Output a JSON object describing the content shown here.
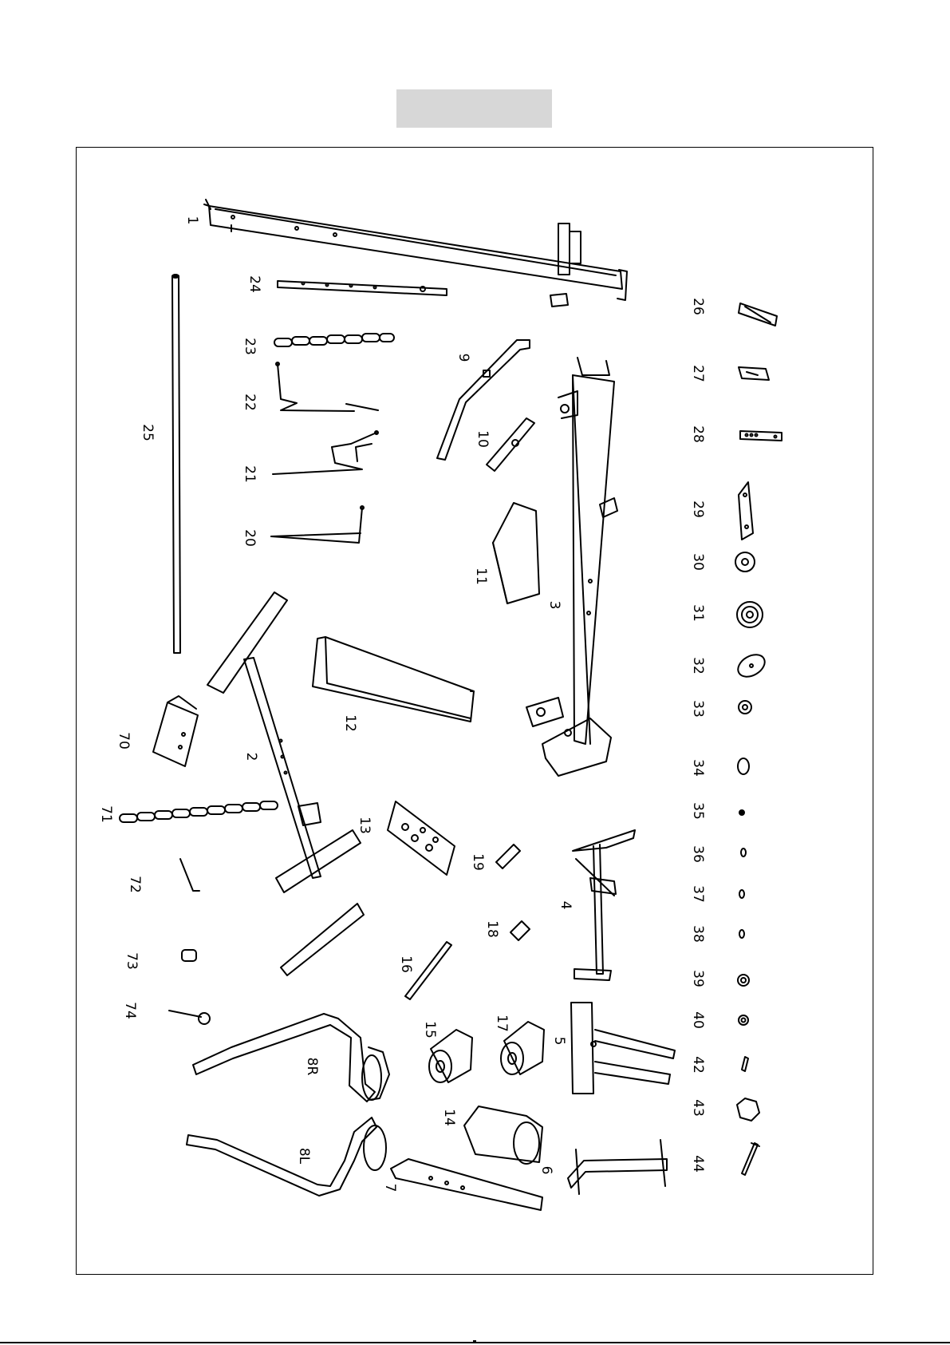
{
  "page": {
    "title": ""
  },
  "parts": [
    {
      "id": "1",
      "label": "1"
    },
    {
      "id": "2",
      "label": "2"
    },
    {
      "id": "3",
      "label": "3"
    },
    {
      "id": "4",
      "label": "4"
    },
    {
      "id": "5",
      "label": "5"
    },
    {
      "id": "6",
      "label": "6"
    },
    {
      "id": "7",
      "label": "7"
    },
    {
      "id": "8r",
      "label": "8R"
    },
    {
      "id": "8l",
      "label": "8L"
    },
    {
      "id": "9",
      "label": "9"
    },
    {
      "id": "10",
      "label": "10"
    },
    {
      "id": "11",
      "label": "11"
    },
    {
      "id": "12",
      "label": "12"
    },
    {
      "id": "13",
      "label": "13"
    },
    {
      "id": "14",
      "label": "14"
    },
    {
      "id": "15",
      "label": "15"
    },
    {
      "id": "16",
      "label": "16"
    },
    {
      "id": "17",
      "label": "17"
    },
    {
      "id": "18",
      "label": "18"
    },
    {
      "id": "19",
      "label": "19"
    },
    {
      "id": "20",
      "label": "20"
    },
    {
      "id": "21",
      "label": "21"
    },
    {
      "id": "22",
      "label": "22"
    },
    {
      "id": "23",
      "label": "23"
    },
    {
      "id": "24",
      "label": "24"
    },
    {
      "id": "25",
      "label": "25"
    },
    {
      "id": "26",
      "label": "26"
    },
    {
      "id": "27",
      "label": "27"
    },
    {
      "id": "28",
      "label": "28"
    },
    {
      "id": "29",
      "label": "29"
    },
    {
      "id": "30",
      "label": "30"
    },
    {
      "id": "31",
      "label": "31"
    },
    {
      "id": "32",
      "label": "32"
    },
    {
      "id": "33",
      "label": "33"
    },
    {
      "id": "34",
      "label": "34"
    },
    {
      "id": "35",
      "label": "35"
    },
    {
      "id": "36",
      "label": "36"
    },
    {
      "id": "37",
      "label": "37"
    },
    {
      "id": "38",
      "label": "38"
    },
    {
      "id": "39",
      "label": "39"
    },
    {
      "id": "40",
      "label": "40"
    },
    {
      "id": "42",
      "label": "42"
    },
    {
      "id": "43",
      "label": "43"
    },
    {
      "id": "44",
      "label": "44"
    },
    {
      "id": "70",
      "label": "70"
    },
    {
      "id": "71",
      "label": "71"
    },
    {
      "id": "72",
      "label": "72"
    },
    {
      "id": "73",
      "label": "73"
    },
    {
      "id": "74",
      "label": "74"
    }
  ]
}
